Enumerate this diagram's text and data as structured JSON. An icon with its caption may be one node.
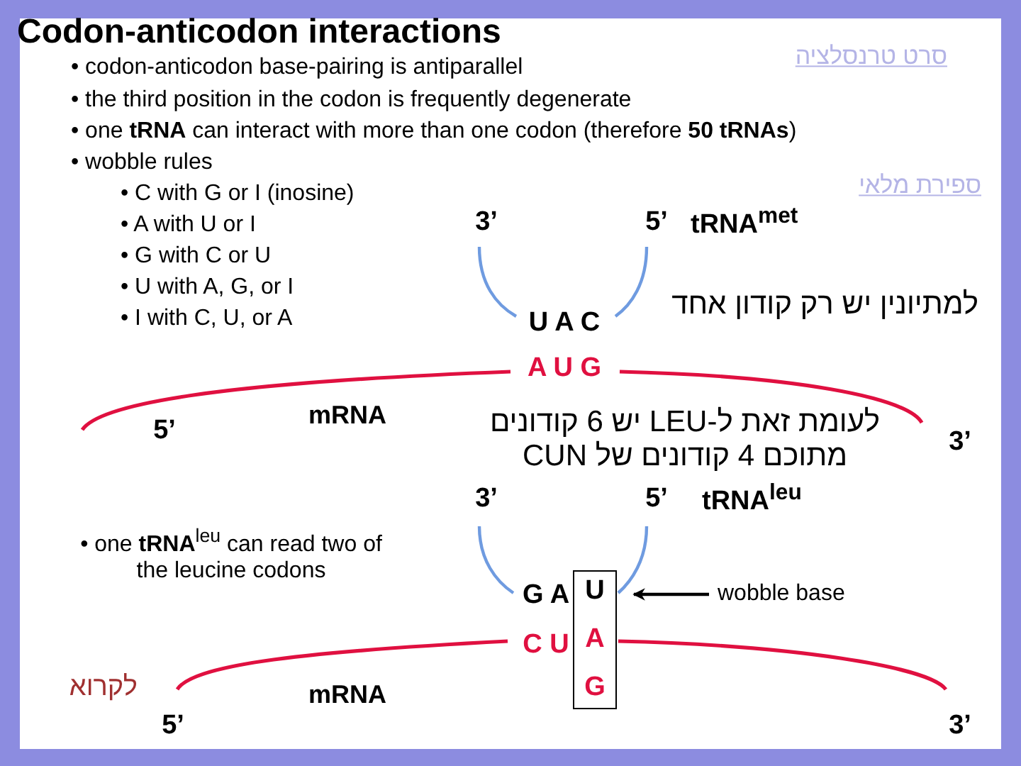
{
  "diagram": {
    "title": "Codon-anticodon interactions",
    "nodes": [
      {
        "text": [
          "U",
          "A",
          "G"
        ],
        "beside": [
          "G A",
          "C U"
        ]
      },
      {
        "text": [
          "wobble base"
        ]
      }
    ],
    "edges": [
      {
        "from": 1,
        "to": 0,
        "arrow": "to"
      }
    ],
    "labels": [
      "סרט טרנסלציה",
      "• codon-anticodon base-pairing is antiparallel",
      "• the third position in the codon is frequently degenerate",
      "• one **tRNA** can interact with more than one codon (therefore **50 tRNAs**)",
      "• wobble rules",
      "ספירת מלאי",
      "• C with G or I (inosine)",
      "• A with U or I",
      "3’",
      "5’",
      "tRNA$^{met}$",
      "• G with C or U",
      "• U with A, G, or I",
      "• I with C, U, or A",
      "למתיונין יש רק קודון אחד",
      "U A C",
      "A U G",
      "5’",
      "mRNA",
      "לעומת זאת ל-LEU יש 6 קודונים מתוכם 4 קודונים של CUN",
      "3’",
      "3’",
      "5’",
      "tRNA$^{leu}$",
      "• one **tRNA**$^{leu}$ can read two of the leucine codons",
      "לקרוא",
      "mRNA",
      "5’",
      "3’"
    ]
  }
}
